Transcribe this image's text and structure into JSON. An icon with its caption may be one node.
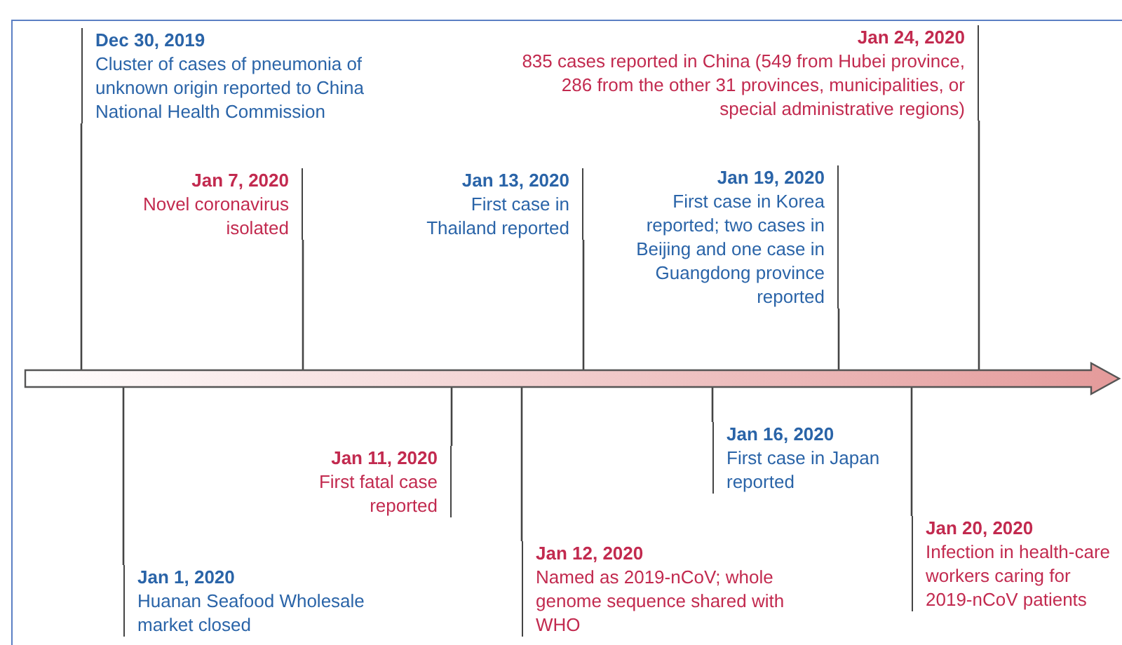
{
  "diagram": {
    "nodes": [
      {
        "text": [
          "Dec 30, 2019",
          "Cluster of cases of pneumonia of unknown origin reported to China National Health Commission"
        ]
      },
      {
        "text": [
          "Jan 1, 2020",
          "Huanan Seafood Wholesale market closed"
        ]
      },
      {
        "text": [
          "Jan 7, 2020",
          "Novel coronavirus isolated"
        ]
      },
      {
        "text": [
          "Jan 11, 2020",
          "First fatal case reported"
        ]
      },
      {
        "text": [
          "Jan 12, 2020",
          "Named as 2019-nCoV; whole genome sequence shared with WHO"
        ]
      },
      {
        "text": [
          "Jan 13, 2020",
          "First case in Thailand reported"
        ]
      },
      {
        "text": [
          "Jan 16, 2020",
          "First case in Japan reported"
        ]
      },
      {
        "text": [
          "Jan 19, 2020",
          "First case in Korea reported; two cases in Beijing and one case in Guangdong province reported"
        ]
      },
      {
        "text": [
          "Jan 20, 2020",
          "Infection in health-care workers caring for 2019-nCoV patients"
        ]
      },
      {
        "text": [
          "Jan 24, 2020",
          "835 cases reported in China (549 from Hubei province, 286 from the other 31 provinces, municipalities, or special administrative regions)"
        ]
      },
      {
        "text": [],
        "shape": "arrow"
      }
    ],
    "edges": [
      {
        "from": 0,
        "to": 10,
        "arrow": "none"
      },
      {
        "from": 1,
        "to": 10,
        "arrow": "none"
      },
      {
        "from": 2,
        "to": 10,
        "arrow": "none"
      },
      {
        "from": 3,
        "to": 10,
        "arrow": "none"
      },
      {
        "from": 4,
        "to": 10,
        "arrow": "none"
      },
      {
        "from": 5,
        "to": 10,
        "arrow": "none"
      },
      {
        "from": 6,
        "to": 10,
        "arrow": "none"
      },
      {
        "from": 7,
        "to": 10,
        "arrow": "none"
      },
      {
        "from": 8,
        "to": 10,
        "arrow": "none"
      },
      {
        "from": 9,
        "to": 10,
        "arrow": "none"
      }
    ]
  }
}
